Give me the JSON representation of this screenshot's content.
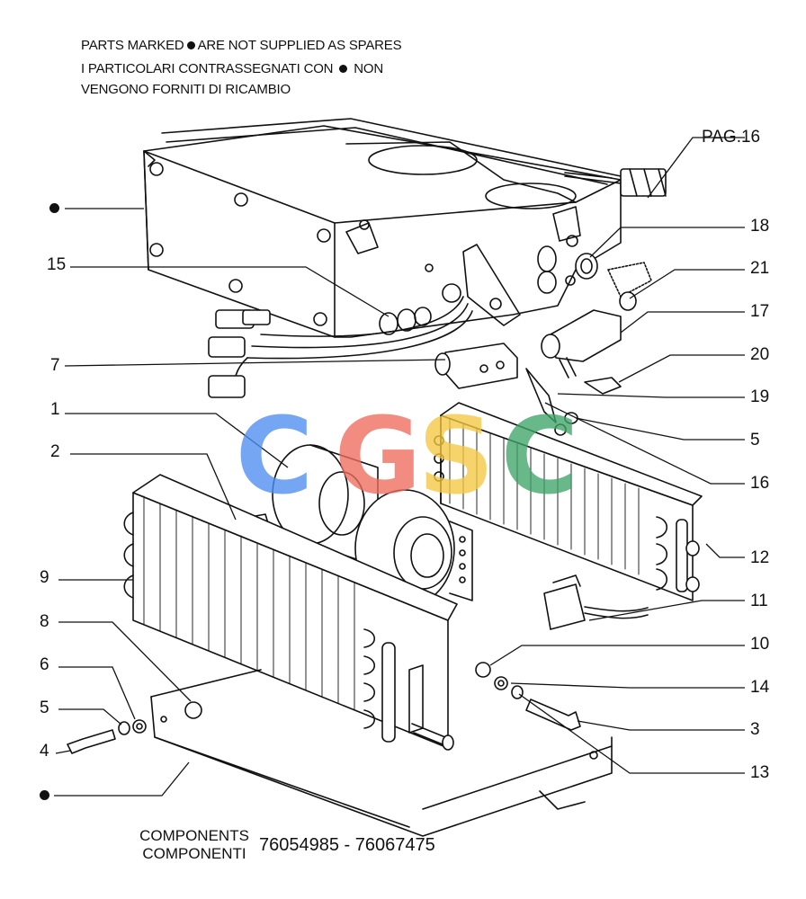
{
  "notes": {
    "line1_prefix": "PARTS MARKED",
    "line1_suffix": "ARE NOT SUPPLIED AS SPARES",
    "line2_prefix": "I  PARTICOLARI  CONTRASSEGNATI  CON",
    "line2_suffix": "NON",
    "line3": "VENGONO FORNITI DI RICAMBIO"
  },
  "page_ref": "PAG.16",
  "callouts_left": [
    "15",
    "7",
    "1",
    "2",
    "9",
    "8",
    "6",
    "5",
    "4"
  ],
  "callouts_right": [
    "18",
    "21",
    "17",
    "20",
    "19",
    "5",
    "16",
    "12",
    "11",
    "10",
    "14",
    "3",
    "13"
  ],
  "watermark": {
    "letters": [
      "C",
      "G",
      "S",
      "C"
    ],
    "colors": [
      "#4f8ef0",
      "#ef6b5d",
      "#f5c842",
      "#3fa56a"
    ]
  },
  "footer": {
    "label_en": "COMPONENTS",
    "label_it": "COMPONENTI",
    "codes": "76054985 - 76067475"
  }
}
